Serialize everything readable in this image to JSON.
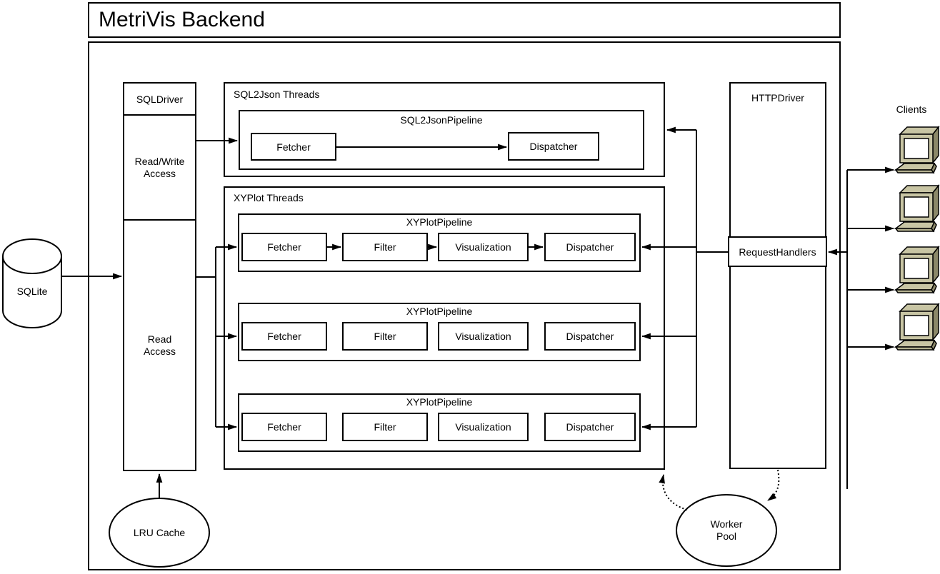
{
  "title": "MetriVis Backend",
  "database": {
    "label": "SQLite"
  },
  "sql_driver": {
    "title": "SQLDriver",
    "read_write_label": "Read/Write Access",
    "read_label": "Read Access"
  },
  "sql2json_threads": {
    "label": "SQL2Json Threads",
    "pipeline": {
      "label": "SQL2JsonPipeline",
      "stages": [
        "Fetcher",
        "Dispatcher"
      ]
    }
  },
  "xyplot_threads": {
    "label": "XYPlot Threads",
    "pipelines": [
      {
        "label": "XYPlotPipeline",
        "stages": [
          "Fetcher",
          "Filter",
          "Visualization",
          "Dispatcher"
        ]
      },
      {
        "label": "XYPlotPipeline",
        "stages": [
          "Fetcher",
          "Filter",
          "Visualization",
          "Dispatcher"
        ]
      },
      {
        "label": "XYPlotPipeline",
        "stages": [
          "Fetcher",
          "Filter",
          "Visualization",
          "Dispatcher"
        ]
      }
    ]
  },
  "http_driver": {
    "title": "HTTPDriver",
    "request_handlers_label": "RequestHandlers"
  },
  "clients": {
    "label": "Clients",
    "count": 4
  },
  "lru_cache": {
    "label": "LRU Cache"
  },
  "worker_pool": {
    "label": "Worker Pool"
  },
  "colors": {
    "line": "#000000",
    "background": "#ffffff",
    "client_body": "#c8c5a4",
    "client_body_shade": "#b3b08f",
    "client_dark": "#8b8869",
    "client_darkest": "#55523c",
    "screen": "#ffffff"
  }
}
